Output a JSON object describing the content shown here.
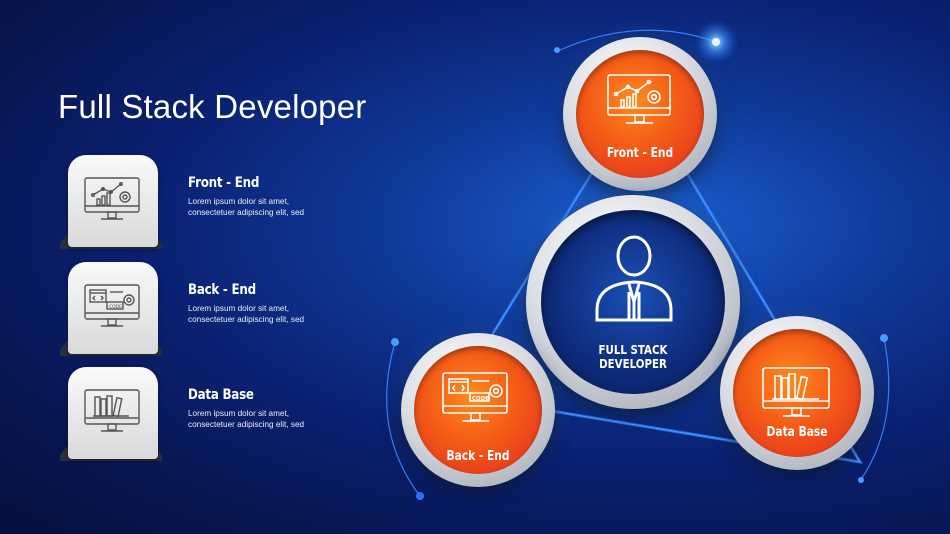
{
  "title": "Full Stack Developer",
  "items": [
    {
      "title": "Front - End",
      "desc": "Lorem ipsum dolor sit amet, consectetuer adipiscing elit, sed",
      "icon": "monitor-chart-gear-icon"
    },
    {
      "title": "Back - End",
      "desc": "Lorem ipsum dolor sit amet, consectetuer adipiscing elit, sed",
      "icon": "monitor-code-gear-icon"
    },
    {
      "title": "Data Base",
      "desc": "Lorem ipsum dolor sit amet, consectetuer adipiscing elit, sed",
      "icon": "monitor-books-icon"
    }
  ],
  "diagram": {
    "center_line1": "FULL STACK",
    "center_line2": "DEVELOPER",
    "top_label": "Front - End",
    "left_label": "Back - End",
    "right_label": "Data Base"
  },
  "colors": {
    "background": "#0a2070",
    "accent_orange": "#f35a16",
    "accent_red": "#e02a24",
    "glow_blue": "#3a8cff"
  }
}
